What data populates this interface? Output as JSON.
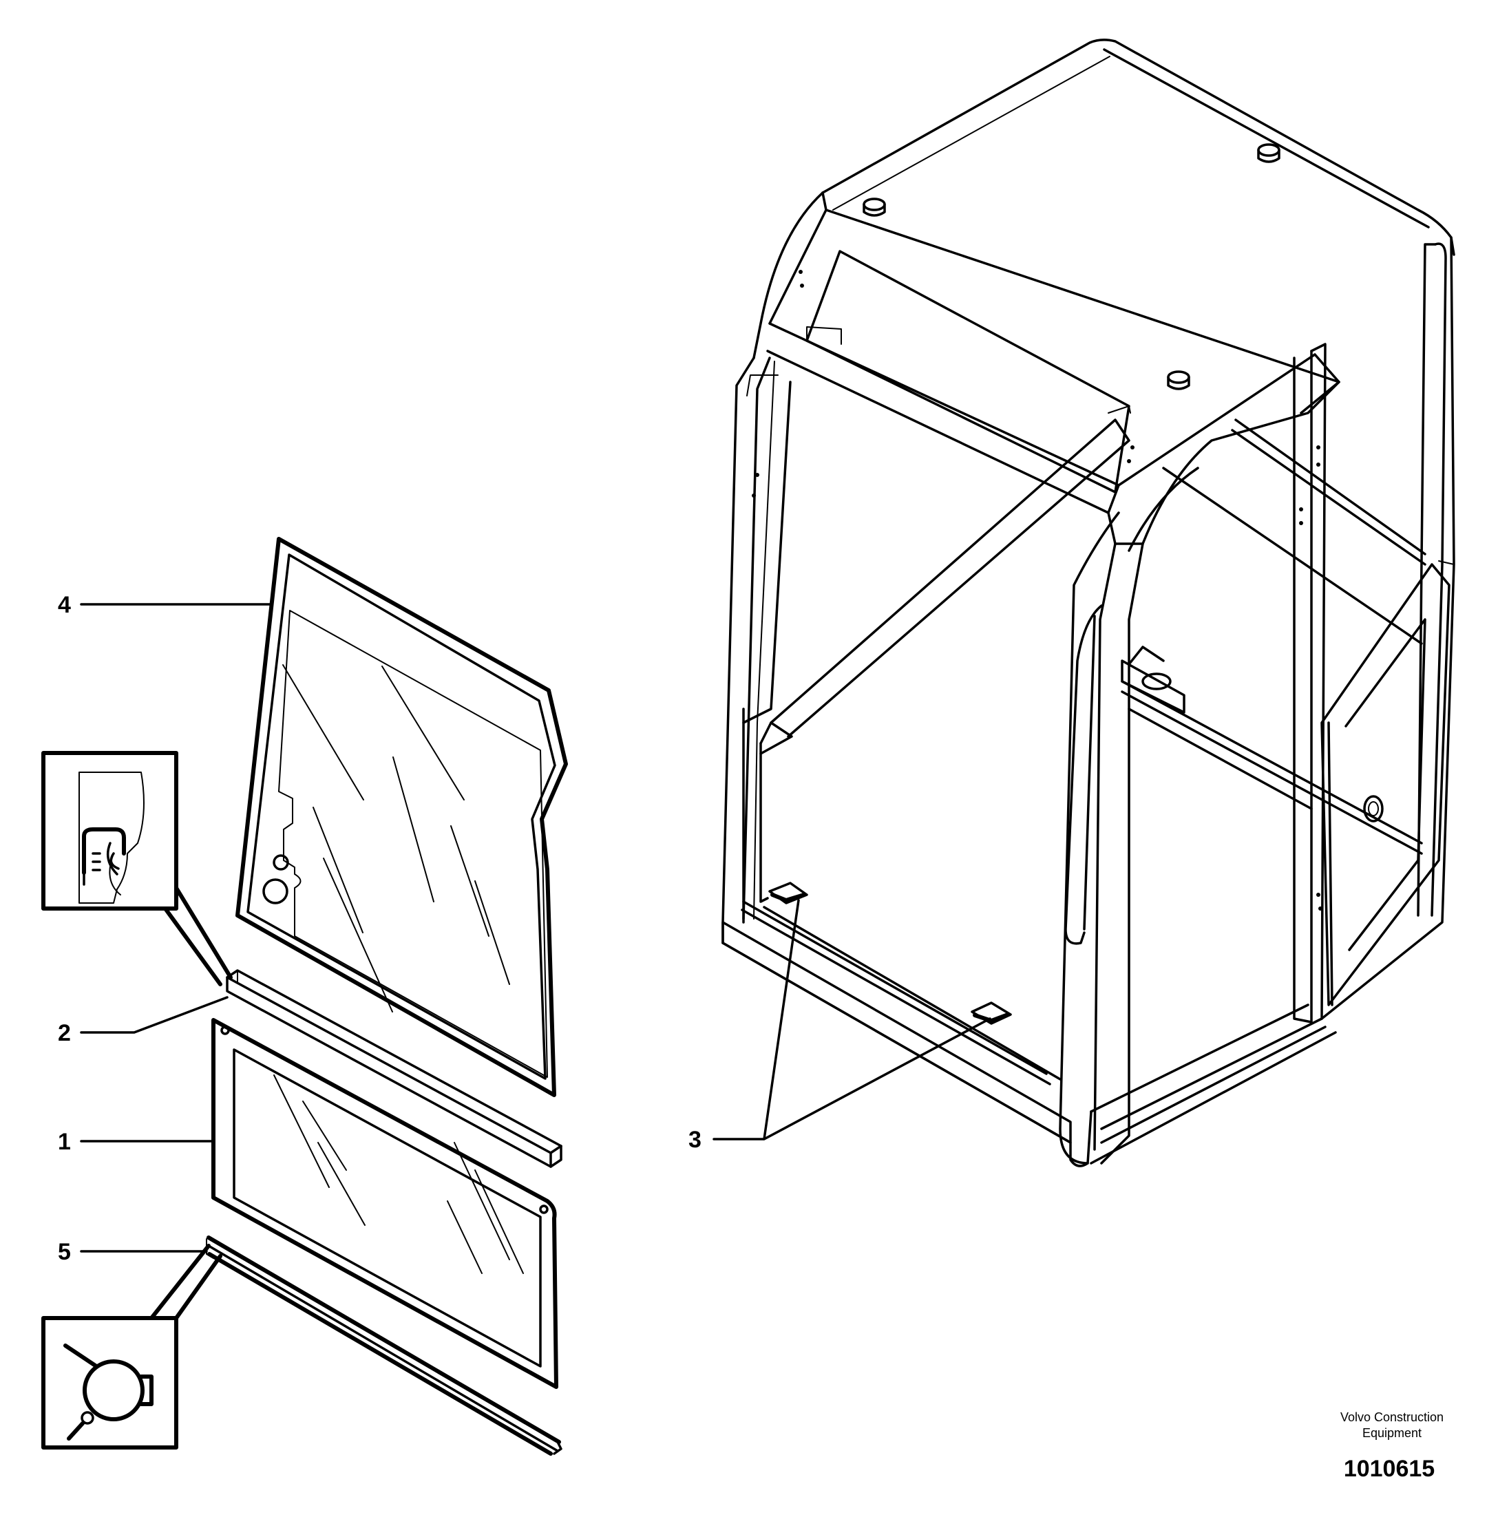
{
  "callouts": {
    "c1": "1",
    "c2": "2",
    "c3": "3",
    "c4": "4",
    "c5": "5"
  },
  "brand": {
    "line1": "Volvo Construction",
    "line2": "Equipment"
  },
  "document_number": "1010615",
  "icons": {
    "seal_detail": "seal-profile-icon",
    "adhesive_detail": "adhesive-tube-icon"
  }
}
